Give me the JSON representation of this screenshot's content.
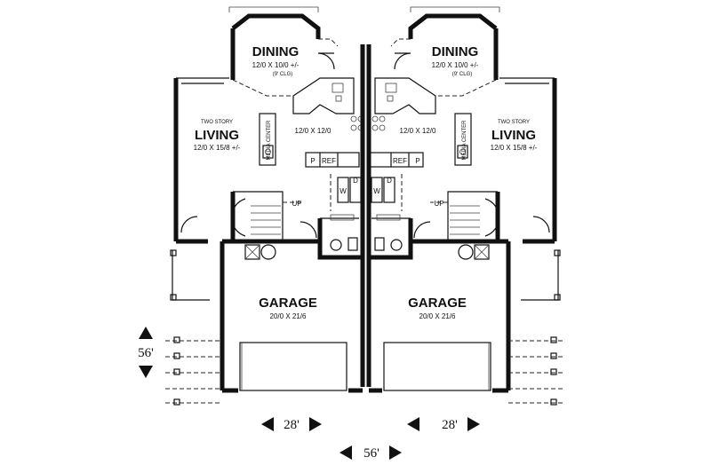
{
  "units": [
    {
      "dining": {
        "name": "DINING",
        "size": "12/0 X 10/0 +/-",
        "note": "(9' CLG)"
      },
      "kitchen": {
        "size": "12/0 X 12/0",
        "ref": "REF",
        "pantry": "P"
      },
      "living": {
        "caption": "TWO STORY",
        "name": "LIVING",
        "size": "12/0 X 15/8 +/-",
        "media": "MEDIA CENTER"
      },
      "stairs": {
        "up": "UP"
      },
      "laundry": {
        "washer": "W",
        "dryer": "D"
      },
      "garage": {
        "name": "GARAGE",
        "size": "20/0 X 21/6"
      }
    },
    {
      "dining": {
        "name": "DINING",
        "size": "12/0 X 10/0 +/-",
        "note": "(9' CLG)"
      },
      "kitchen": {
        "size": "12/0 X 12/0",
        "ref": "REF",
        "pantry": "P"
      },
      "living": {
        "caption": "TWO STORY",
        "name": "LIVING",
        "size": "12/0 X 15/8 +/-",
        "media": "MEDIA CENTER"
      },
      "stairs": {
        "up": "UP"
      },
      "laundry": {
        "washer": "W",
        "dryer": "D"
      },
      "garage": {
        "name": "GARAGE",
        "size": "20/0 X 21/6"
      }
    }
  ],
  "dimensions": {
    "depth": "56'",
    "unit_width_left": "28'",
    "unit_width_right": "28'",
    "total_width": "56'"
  }
}
